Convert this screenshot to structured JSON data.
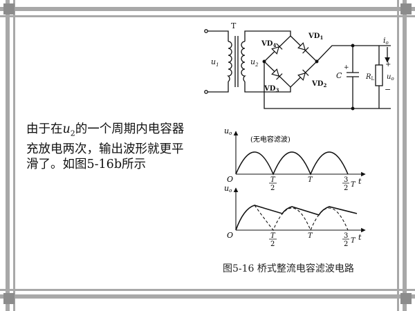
{
  "slide": {
    "text_part1": "由于在",
    "text_var": "u",
    "text_sub": "2",
    "text_part2": "的一个周期内电容器充放电两次，输出波形就更平滑了。如图5-16b所示",
    "figure_caption": "图5-16  桥式整流电容滤波电路"
  },
  "circuit": {
    "transformer_label": "T",
    "u1": "u",
    "u1_sub": "1",
    "u2": "u",
    "u2_sub": "2",
    "vd1": "VD",
    "vd1_sub": "1",
    "vd2": "VD",
    "vd2_sub": "2",
    "vd3": "VD",
    "vd3_sub": "3",
    "vd4": "VD",
    "vd4_sub": "4",
    "cap_label": "C",
    "cap_plus": "+",
    "io": "i",
    "io_sub": "o",
    "rl": "R",
    "rl_sub": "L",
    "uo": "u",
    "uo_sub": "o",
    "plus": "+",
    "minus": "−"
  },
  "wave1": {
    "ylabel": "u",
    "ylabel_sub": "o",
    "note": "(无电容滤波)",
    "origin": "O",
    "t_label": "t",
    "tick_half_num": "T",
    "tick_half_den": "2",
    "tick_T": "T",
    "tick_32_num": "3",
    "tick_32_den": "2",
    "tick_32_T": "T"
  },
  "wave2": {
    "ylabel": "u",
    "ylabel_sub": "o",
    "origin": "O",
    "t_label": "t",
    "tick_half_num": "T",
    "tick_half_den": "2",
    "tick_T": "T",
    "tick_32_num": "3",
    "tick_32_den": "2",
    "tick_32_T": "T"
  }
}
